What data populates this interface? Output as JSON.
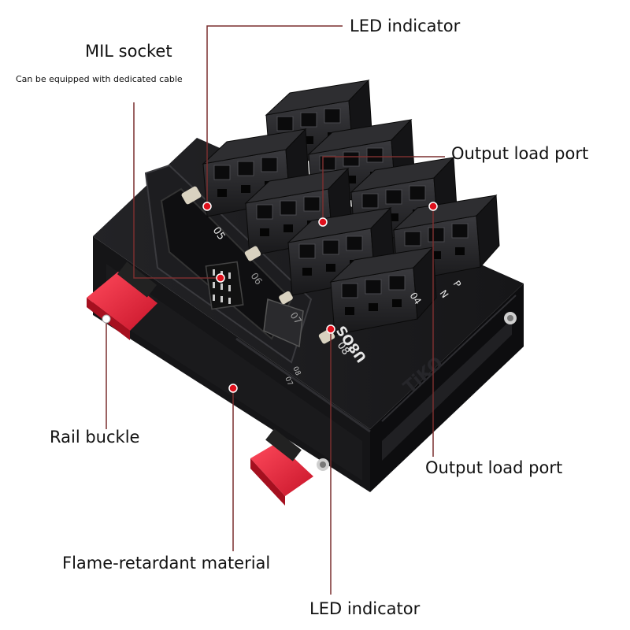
{
  "labels": {
    "led_top": "LED indicator",
    "mil_socket": "MIL socket",
    "mil_note": "Can be equipped with dedicated cable",
    "output_port_upper": "Output load port",
    "rail_buckle": "Rail buckle",
    "output_port_lower": "Output load port",
    "flame_retardant": "Flame-retardant material",
    "led_bottom": "LED indicator"
  },
  "module_markings": {
    "ch5": "05",
    "ch6": "06",
    "ch7": "07",
    "ch8": "08",
    "ch4": "04",
    "model": "U8OS",
    "p": "P",
    "n": "N",
    "pin_a": "07",
    "pin_b": "08",
    "brand": "TiKO"
  },
  "colors": {
    "callout_line": "#7a2f2f",
    "callout_dot": "#e0101c",
    "body": "#1a1a1c",
    "terminal": "#2a2a2d",
    "rail_clip": "#e8263a"
  }
}
